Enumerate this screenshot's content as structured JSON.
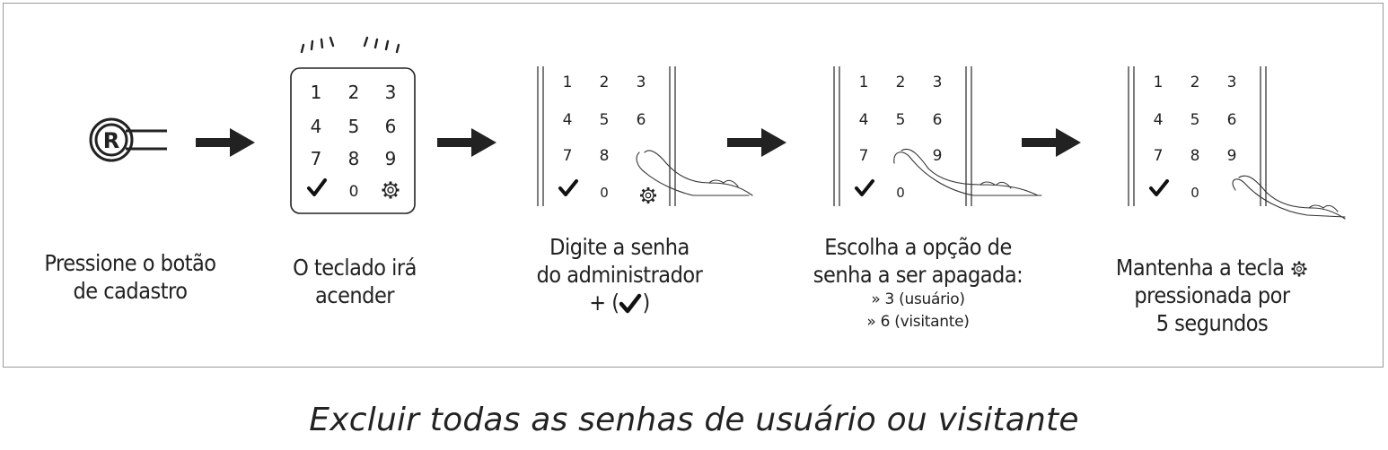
{
  "title": "Excluir todas as senhas de usuário ou visitante",
  "keys": [
    "1",
    "2",
    "3",
    "4",
    "5",
    "6",
    "7",
    "8",
    "9",
    "0"
  ],
  "icons": {
    "confirm": "check-icon",
    "settings": "gear-icon",
    "register": "registered-button-icon",
    "arrow": "arrow-right-icon"
  },
  "steps": [
    {
      "line1": "Pressione o botão",
      "line2": "de cadastro"
    },
    {
      "line1": "O teclado irá",
      "line2": "acender"
    },
    {
      "line1": "Digite a senha",
      "line2": "do administrador",
      "line3_prefix": "+ (",
      "line3_suffix": ")"
    },
    {
      "line1": "Escolha a opção de",
      "line2": "senha a ser apagada:",
      "opt1": "» 3 (usuário)",
      "opt2": "» 6 (visitante)"
    },
    {
      "line1": "Mantenha a tecla",
      "line2": "pressionada por",
      "line3": "5 segundos"
    }
  ]
}
